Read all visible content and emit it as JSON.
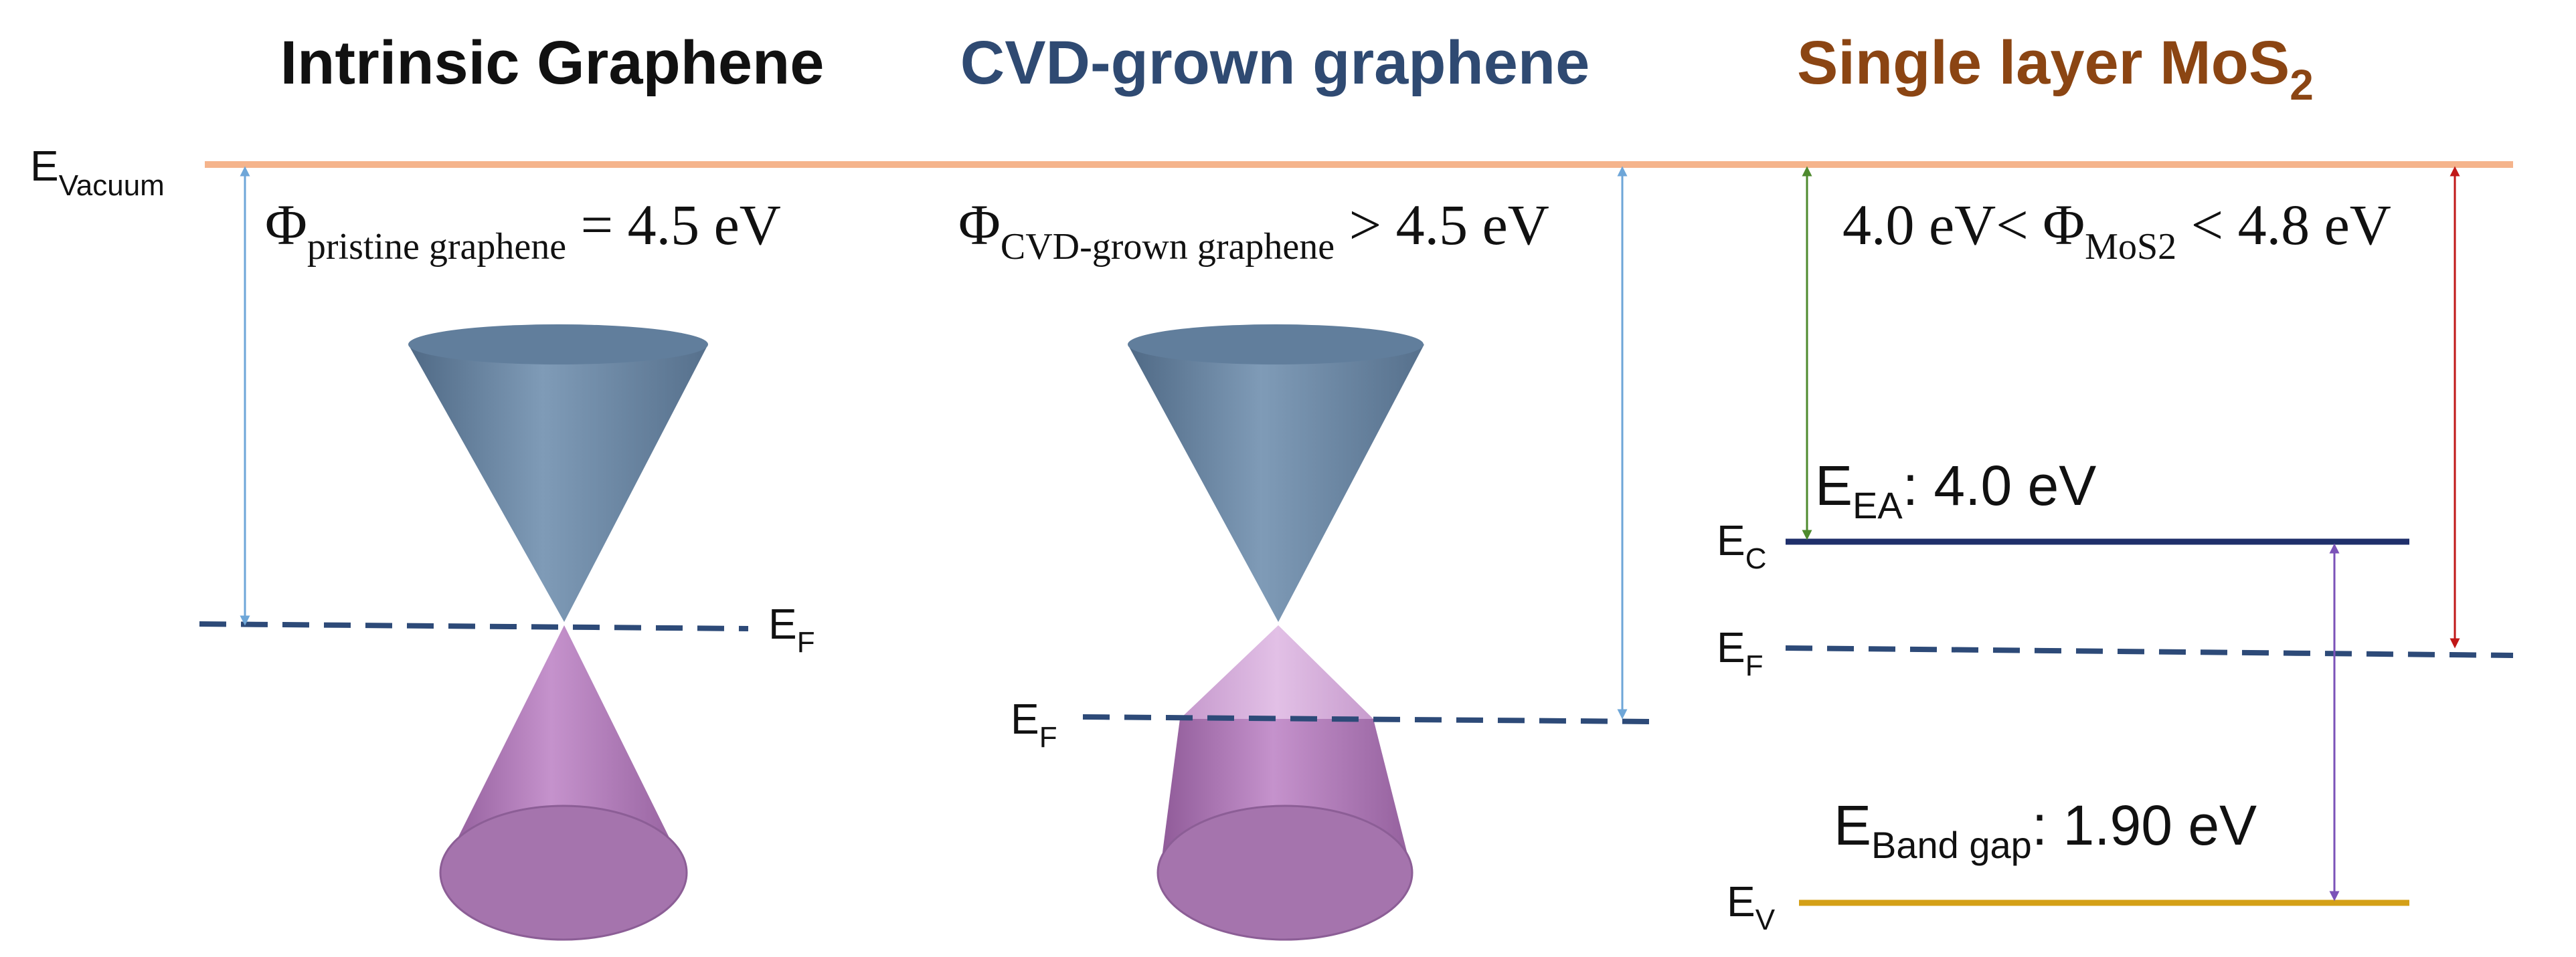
{
  "titles": {
    "intrinsic": "Intrinsic Graphene",
    "cvd": "CVD-grown graphene",
    "mos2_main": "Single layer MoS",
    "mos2_sub": "2"
  },
  "colors": {
    "title_intrinsic": "#111111",
    "title_cvd": "#2f4a72",
    "title_mos2": "#8b4513",
    "vacuum_line": "#f5b48c",
    "fermi_dashed": "#2d4a78",
    "conduction_band": "#1f2f6b",
    "valence_band": "#d4a017",
    "arrow_blue": "#6ea6d8",
    "arrow_green": "#4e8a2e",
    "arrow_red": "#c01818",
    "arrow_purple": "#7b52b8",
    "cone_upper": "#6e8aa6",
    "cone_lower": "#b07ab8"
  },
  "levels": {
    "vacuum": {
      "main": "E",
      "sub": "Vacuum"
    },
    "fermi": {
      "main": "E",
      "sub": "F"
    },
    "conduction": {
      "main": "E",
      "sub": "C"
    },
    "valence": {
      "main": "E",
      "sub": "V"
    }
  },
  "work_functions": {
    "pristine": {
      "symbol": "Φ",
      "sub": "pristine graphene",
      "rest": " = 4.5 eV"
    },
    "cvd": {
      "symbol": "Φ",
      "sub": "CVD-grown graphene",
      "rest": " > 4.5 eV"
    },
    "mos2": {
      "prefix": "4.0 eV< ",
      "symbol": "Φ",
      "sub": "MoS2",
      "rest": " < 4.8 eV"
    }
  },
  "mos2_values": {
    "electron_affinity": {
      "main": "E",
      "sub": "EA",
      "rest": ": 4.0 eV"
    },
    "band_gap": {
      "main": "E",
      "sub": "Band gap",
      "rest": ": 1.90 eV"
    }
  }
}
